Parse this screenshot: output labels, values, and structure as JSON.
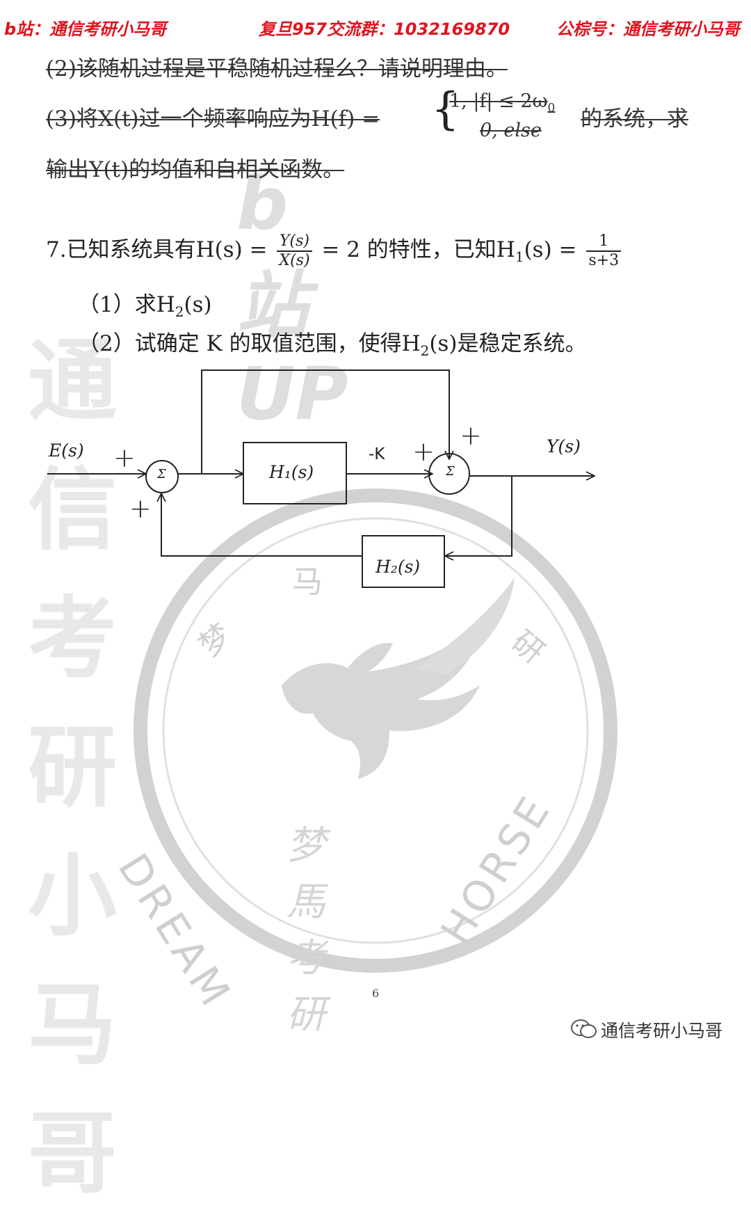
{
  "header": {
    "left": "b站：通信考研小马哥",
    "center": "复旦957交流群：1032169870",
    "right": "公棕号：通信考研小马哥"
  },
  "prev_question": {
    "line1": "(2)该随机过程是平稳随机过程么？请说明理由。",
    "line2_prefix": "(3)将X(t)过一个频率响应为H(f) =",
    "piece_row1": "1, |f| ≤ 2ω",
    "piece_row1_sub": "0",
    "piece_row2": "0, else",
    "line2_suffix": "的系统，求",
    "line3": "输出Y(t)的均值和自相关函数。"
  },
  "question7": {
    "stem_prefix": "7.已知系统具有H(s) =",
    "frac1_num": "Y(s)",
    "frac1_den": "X(s)",
    "stem_mid": "= 2 的特性，已知H",
    "stem_mid_sub": "1",
    "stem_mid2": "(s) =",
    "frac2_num": "1",
    "frac2_den": "s+3",
    "sub1_prefix": "（1）求H",
    "sub1_sub": "2",
    "sub1_suffix": "(s)",
    "sub2_prefix": "（2）试确定 K 的取值范围，使得H",
    "sub2_sub": "2",
    "sub2_suffix": "(s)是稳定系统。"
  },
  "diagram": {
    "input_label": "E(s)",
    "output_label": "Y(s)",
    "sum_symbol": "Σ",
    "block1": "H₁(s)",
    "block2": "H₂(s)",
    "gain_label": "-K",
    "plus": "+"
  },
  "watermark": {
    "top_text": "b站UP",
    "band_text": "通信考研小马哥",
    "ring_top": "马",
    "ring_left": "梦",
    "ring_right": "研",
    "ring_bottom_left": "DREAM",
    "ring_bottom_right": "HORSE",
    "center_text": "梦馬考研"
  },
  "page_number": "6",
  "footer": {
    "account": "通信考研小马哥"
  },
  "colors": {
    "header_red": "#e0141e",
    "watermark_gray": "#c8c8c8"
  }
}
